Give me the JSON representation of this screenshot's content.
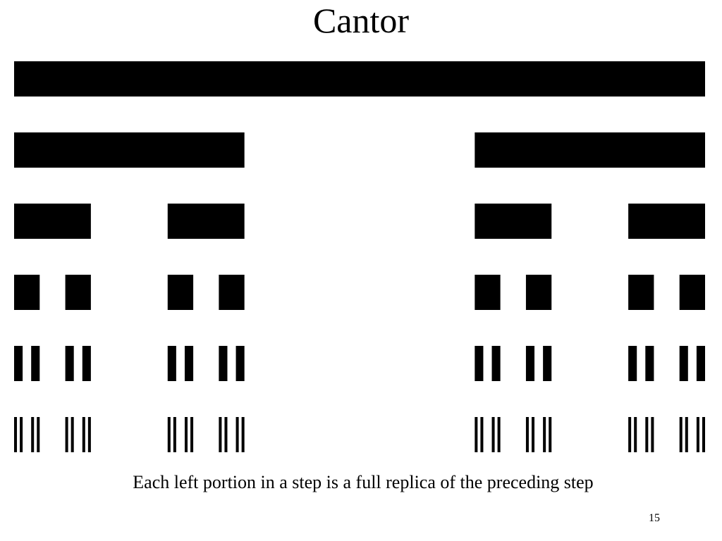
{
  "slide": {
    "title": "Cantor",
    "caption": "Each left portion in a step is a full replica of the preceding step",
    "page_number": "15"
  },
  "figure": {
    "type": "cantor-set",
    "steps": 6,
    "removed_fraction": "middle third",
    "bar_color": "#000000"
  }
}
